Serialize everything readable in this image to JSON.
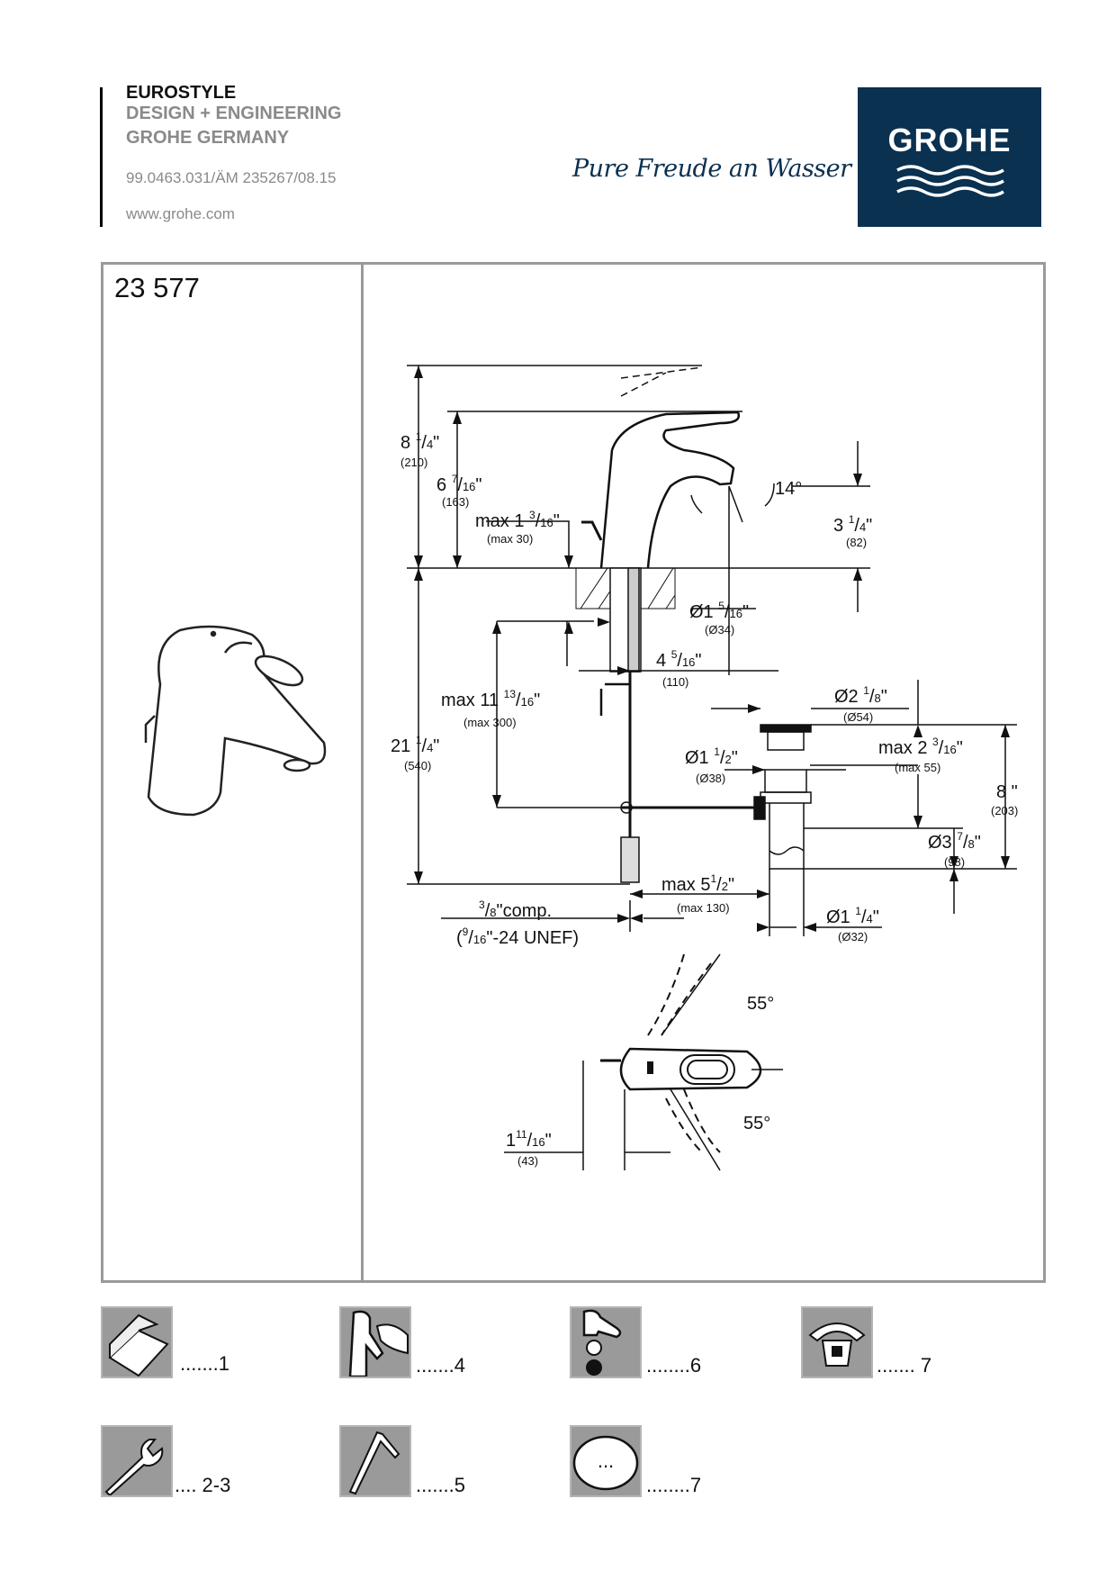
{
  "header": {
    "product_line": "EUROSTYLE",
    "line2": "DESIGN + ENGINEERING",
    "line3": "GROHE GERMANY",
    "doc_code": "99.0463.031/ÄM 235267/08.15",
    "website": "www.grohe.com",
    "slogan": "Pure Freude an Wasser",
    "logo": "GROHE"
  },
  "model_number": "23 577",
  "dims": {
    "h_total": {
      "w": "8 ",
      "n": "1",
      "d": "4",
      "s": "\"",
      "mm": "(210)"
    },
    "h_spout_top": {
      "w": "6 ",
      "n": "7",
      "d": "16",
      "s": "\"",
      "mm": "(163)"
    },
    "counter_thk": {
      "w": "max 1 ",
      "n": "3",
      "d": "16",
      "s": "\"",
      "mm": "(max 30)"
    },
    "angle_spout": "14°",
    "h_outlet": {
      "w": "3 ",
      "n": "1",
      "d": "4",
      "s": "\"",
      "mm": "(82)"
    },
    "hole_dia": {
      "w": "Ø1 ",
      "n": "5",
      "d": "16",
      "s": "\"",
      "mm": "(Ø34)"
    },
    "reach": {
      "w": "4 ",
      "n": "5",
      "d": "16",
      "s": "\"",
      "mm": "(110)"
    },
    "rod_len": {
      "w": "max 11 ",
      "n": "13",
      "d": "16",
      "s": "\"",
      "mm": "(max 300)"
    },
    "h_below": {
      "w": "21 ",
      "n": "1",
      "d": "4",
      "s": "\"",
      "mm": "(540)"
    },
    "flange_dia": {
      "w": "Ø2 ",
      "n": "1",
      "d": "8",
      "s": "\"",
      "mm": "(Ø54)"
    },
    "drain_thk": {
      "w": "max 2 ",
      "n": "3",
      "d": "16",
      "s": "\"",
      "mm": "(max 55)"
    },
    "drain_hole": {
      "w": "Ø1 ",
      "n": "1",
      "d": "2",
      "s": "\"",
      "mm": "(Ø38)"
    },
    "drain_len": {
      "w": "8",
      "n": "",
      "d": "",
      "s": " \"",
      "mm": "(203)"
    },
    "trap_dia": {
      "w": "Ø3 ",
      "n": "7",
      "d": "8",
      "s": "\"",
      "mm": "(98)"
    },
    "offset": {
      "w": "max 5",
      "n": "1",
      "d": "2",
      "s": "\"",
      "mm": "(max 130)"
    },
    "comp": {
      "n": "3",
      "d": "8",
      "s": "\"comp.",
      "thread_open": "(",
      "tn": "9",
      "td": "16",
      "ts": "\"-24 UNEF)"
    },
    "tail_dia": {
      "w": "Ø1 ",
      "n": "1",
      "d": "4",
      "s": "\"",
      "mm": "(Ø32)"
    },
    "angle_left": "55°",
    "angle_right": "55°",
    "rod_offset": {
      "w": "1",
      "n": "11",
      "d": "16",
      "s": "\"",
      "mm": "(43)"
    }
  },
  "icons": [
    {
      "icon": "package-box-icon",
      "label": ".......1"
    },
    {
      "icon": "faucet-hand-icon",
      "label": ".......4"
    },
    {
      "icon": "faucet-parts-icon",
      "label": "........6"
    },
    {
      "icon": "telephone-icon",
      "label": "....... 7"
    },
    {
      "icon": "wrench-icon",
      "label": ".... 2-3"
    },
    {
      "icon": "hex-key-icon",
      "label": ".......5"
    },
    {
      "icon": "more-icon",
      "label": "........7",
      "glyph": "..."
    }
  ],
  "colors": {
    "brand": "#0a3150",
    "frame": "#9a9a9a",
    "tile": "#9a9a9a"
  }
}
